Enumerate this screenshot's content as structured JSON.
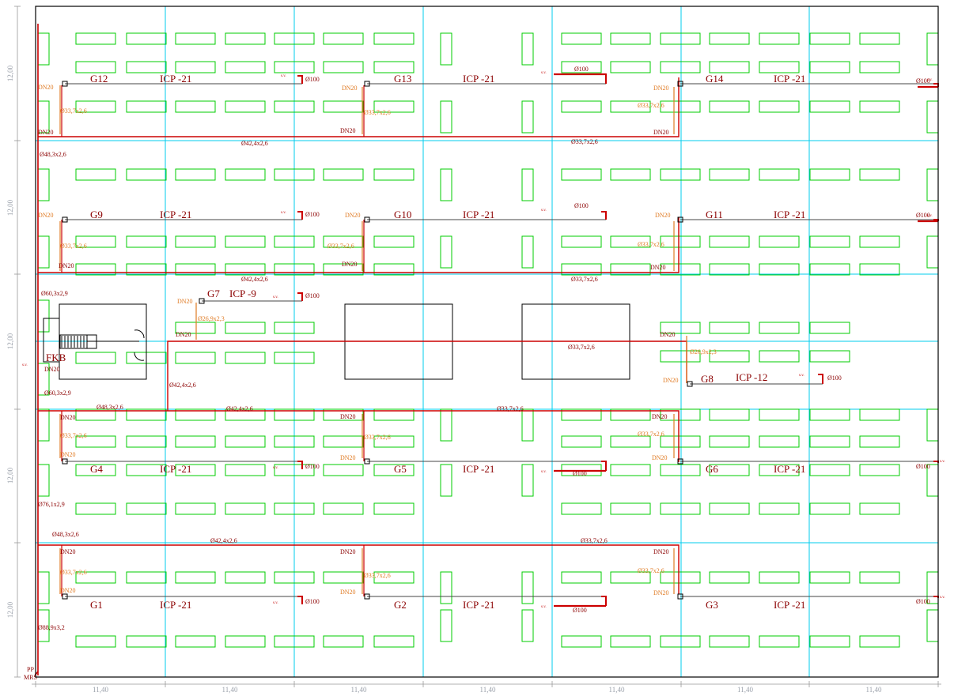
{
  "dimensions": {
    "horizontal": [
      "11,40",
      "11,40",
      "11,40",
      "11,40",
      "11,40",
      "11,40",
      "11,40"
    ],
    "vertical": [
      "12,00",
      "12,00",
      "12,00",
      "12,00",
      "12,00"
    ]
  },
  "groups": [
    {
      "id": "G12",
      "icp": "ICP -21"
    },
    {
      "id": "G13",
      "icp": "ICP -21"
    },
    {
      "id": "G14",
      "icp": "ICP -21"
    },
    {
      "id": "G9",
      "icp": "ICP -21"
    },
    {
      "id": "G10",
      "icp": "ICP -21"
    },
    {
      "id": "G11",
      "icp": "ICP -21"
    },
    {
      "id": "G7",
      "icp": "ICP -9"
    },
    {
      "id": "G8",
      "icp": "ICP -12"
    },
    {
      "id": "G4",
      "icp": "ICP -21"
    },
    {
      "id": "G5",
      "icp": "ICP -21"
    },
    {
      "id": "G6",
      "icp": "ICP -21"
    },
    {
      "id": "G1",
      "icp": "ICP -21"
    },
    {
      "id": "G2",
      "icp": "ICP -21"
    },
    {
      "id": "G3",
      "icp": "ICP -21"
    }
  ],
  "labels": {
    "dn20": "DN20",
    "d100": "Ø100",
    "sv": "s.v.",
    "fkb": "FKB",
    "pp": "PP",
    "mrs": "MRS"
  },
  "pipes": {
    "p1": "Ø33,7x2,6",
    "p2": "Ø48,3x2,6",
    "p3": "Ø42,4x2,6",
    "p4": "Ø60,3x2,9",
    "p5": "Ø26,9x2,3",
    "p6": "Ø76,1x2,9",
    "p7": "Ø88,9x3,2"
  },
  "colors": {
    "bays": "#00cc00",
    "grid": "#00ccee",
    "main_pipe": "#cc0000",
    "drop": "#e07b24",
    "branch": "#444444"
  }
}
